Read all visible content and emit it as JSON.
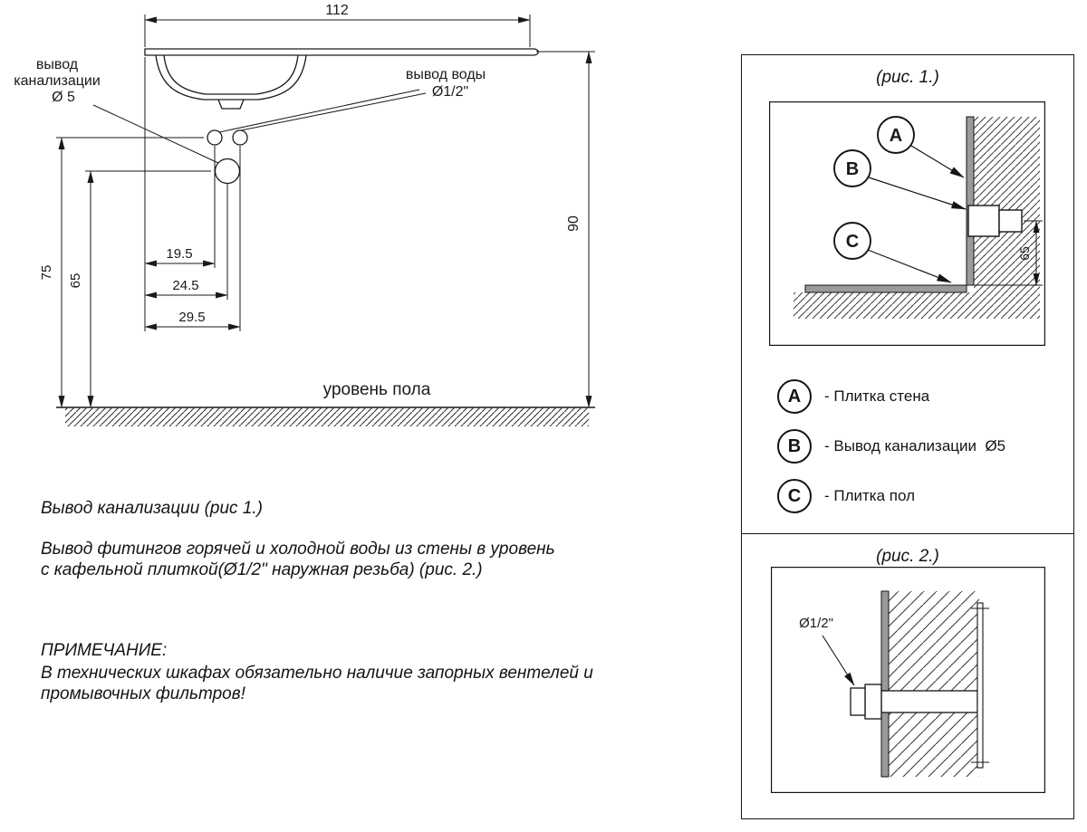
{
  "main": {
    "dims": {
      "width": "112",
      "height": "90",
      "left_outer": "75",
      "left_inner": "65",
      "w1": "19.5",
      "w2": "24.5",
      "w3": "29.5"
    },
    "labels": {
      "sewer_1": "вывод",
      "sewer_2": "канализации",
      "sewer_3": "Ø 5",
      "water_1": "вывод воды",
      "water_2": "Ø1/2\"",
      "floor": "уровень пола"
    }
  },
  "notes": {
    "line1": "Вывод канализации (рис 1.)",
    "line2a": "Вывод фитингов горячей и холодной воды из стены в уровень",
    "line2b": "с кафельной плиткой(Ø1/2\" наружная резьба) (рис. 2.)",
    "title": "ПРИМЕЧАНИЕ:",
    "body1": "В технических шкафах обязательно наличие запорных вентелей и",
    "body2": "промывочных фильтров!"
  },
  "fig1": {
    "title": "(рис. 1.)",
    "dim": "65",
    "legend": [
      {
        "key": "A",
        "label": "- Плитка стена"
      },
      {
        "key": "B",
        "label": "- Вывод канализации  Ø5"
      },
      {
        "key": "C",
        "label": "- Плитка пол"
      }
    ]
  },
  "fig2": {
    "title": "(рис. 2.)",
    "label": "Ø1/2\""
  }
}
